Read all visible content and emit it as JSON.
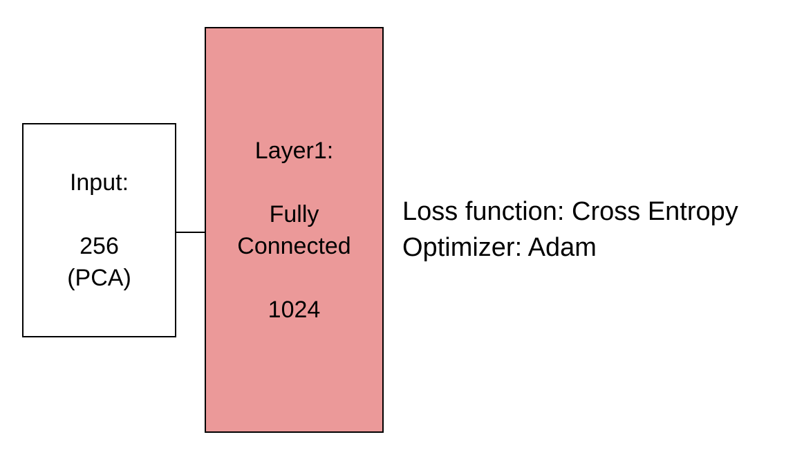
{
  "colors": {
    "layer_fill": "#eb9999",
    "input_fill": "#ffffff",
    "stroke": "#000000"
  },
  "input_node": {
    "title": "Input:",
    "size": "256",
    "method": "(PCA)"
  },
  "layer1_node": {
    "title": "Layer1:",
    "type_line1": "Fully",
    "type_line2": "Connected",
    "units": "1024"
  },
  "notes": {
    "loss": "Loss function: Cross Entropy",
    "optimizer": "Optimizer: Adam"
  }
}
